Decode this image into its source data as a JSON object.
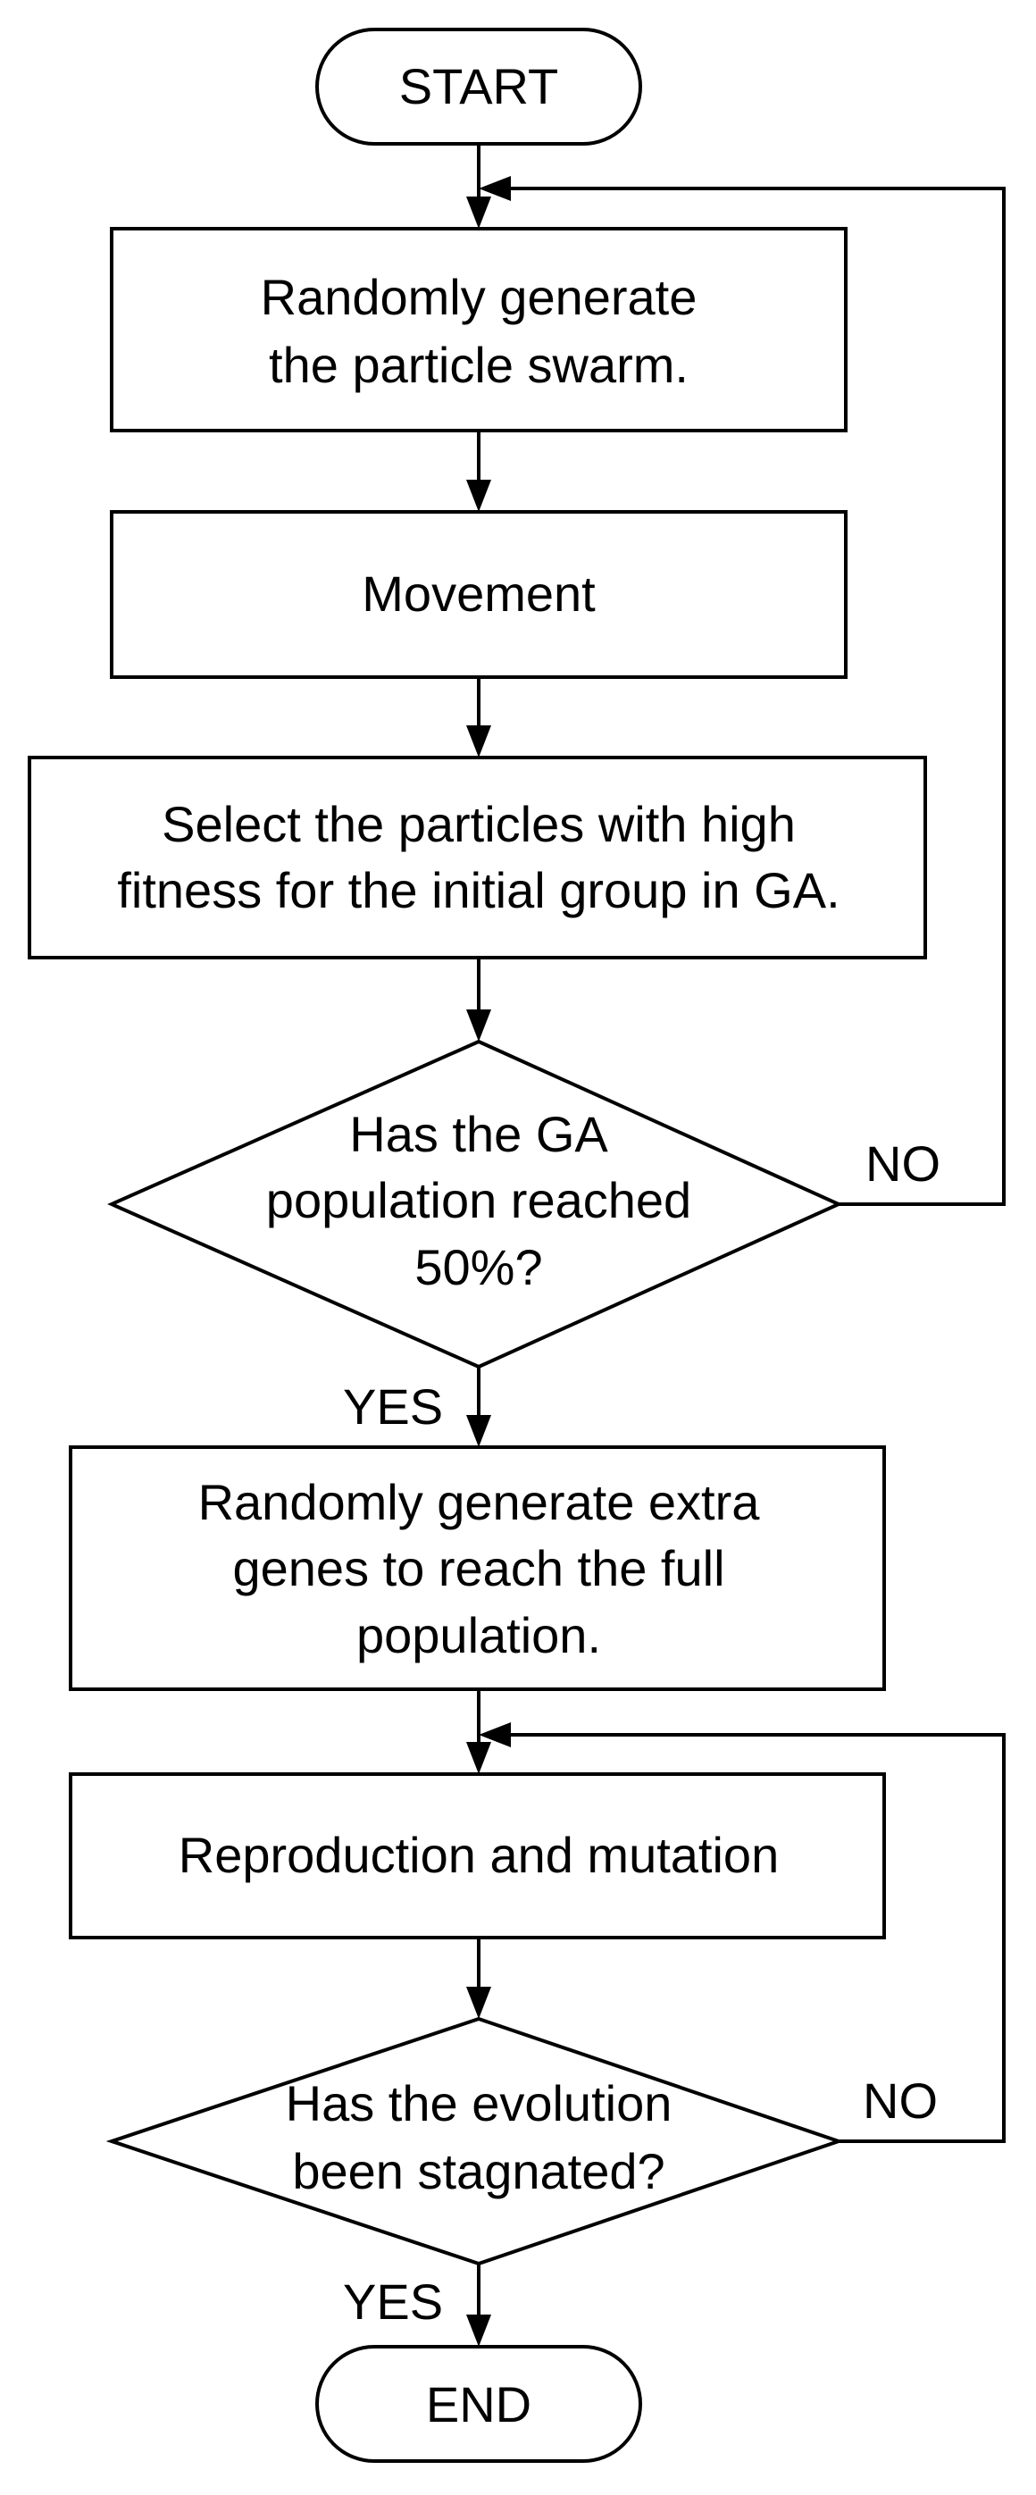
{
  "flowchart": {
    "start": "START",
    "step1": [
      "Randomly generate",
      "the particle swarm."
    ],
    "step2": "Movement",
    "step3": [
      "Select the particles with high",
      "fitness for the initial group in GA."
    ],
    "decision1": [
      "Has the GA",
      "population reached",
      "50%?"
    ],
    "decision1_no": "NO",
    "decision1_yes": "YES",
    "step4": [
      "Randomly generate extra",
      "genes to reach the full",
      "population."
    ],
    "step5": "Reproduction and mutation",
    "decision2": [
      "Has the evolution",
      "been stagnated?"
    ],
    "decision2_no": "NO",
    "decision2_yes": "YES",
    "end": "END"
  }
}
